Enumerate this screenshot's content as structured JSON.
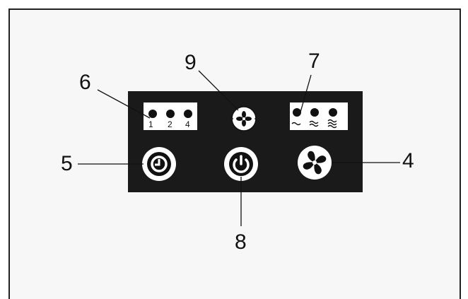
{
  "callouts": {
    "timer_button": "5",
    "timer_leds": "6",
    "swing_button": "9",
    "speed_leds": "7",
    "fan_button": "4",
    "power_button": "8"
  },
  "timer_leds": {
    "labels": [
      "1",
      "2",
      "4"
    ]
  },
  "icons": {
    "timer": "clock-icon",
    "power": "power-icon",
    "fan": "fan-icon",
    "swing": "fan-swing-icon",
    "speed_low": "wave-low-icon",
    "speed_mid": "wave-mid-icon",
    "speed_high": "wave-high-icon"
  },
  "colors": {
    "panel": "#1a1a1a",
    "led": "#111111",
    "button": "#ffffff"
  }
}
